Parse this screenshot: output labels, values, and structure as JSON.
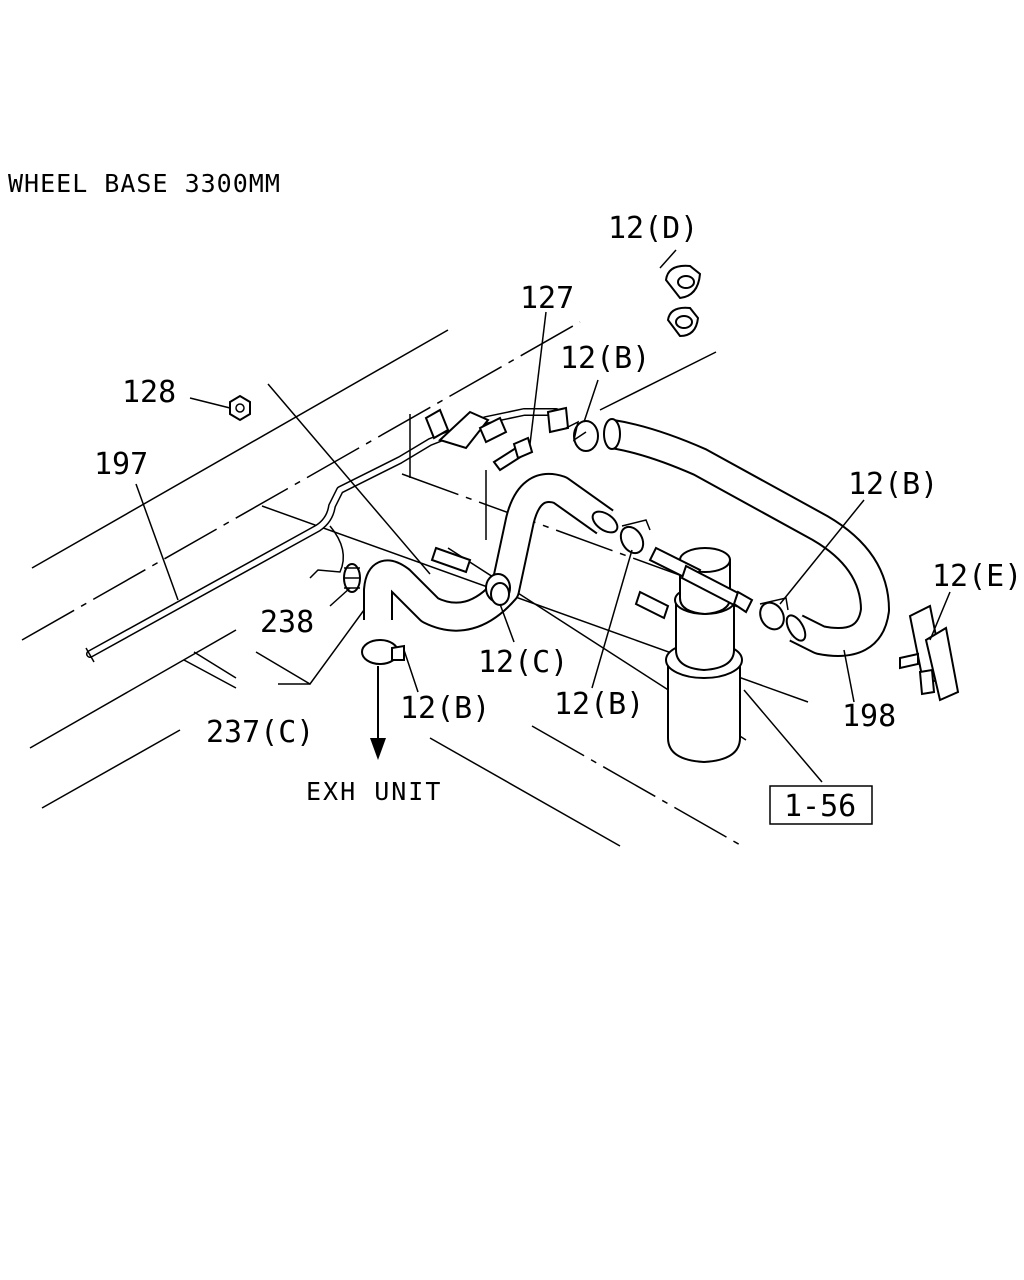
{
  "header": {
    "title": "WHEEL BASE 3300MM"
  },
  "callouts": {
    "p12d": "12(D)",
    "p127": "127",
    "p12b_top": "12(B)",
    "p128": "128",
    "p197": "197",
    "p12b_right": "12(B)",
    "p12e": "12(E)",
    "p238": "238",
    "p12c": "12(C)",
    "p237c": "237(C)",
    "p12b_left": "12(B)",
    "p12b_mid": "12(B)",
    "p198": "198",
    "ref156": "1-56"
  },
  "exhaust_label": "EXH UNIT"
}
